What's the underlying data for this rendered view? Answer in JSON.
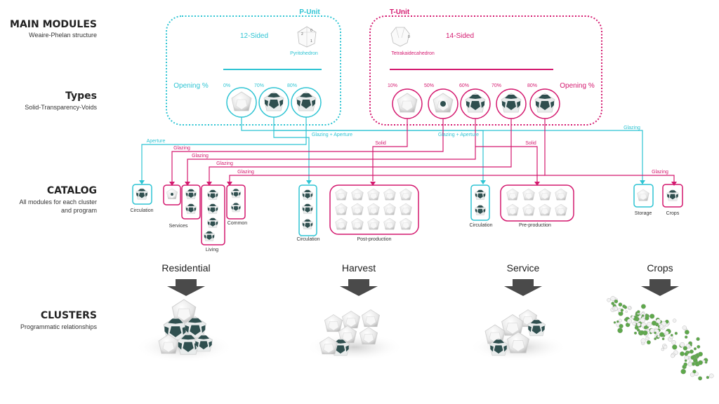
{
  "rows": {
    "main": {
      "title": "MAIN MODULES",
      "sub": "Weaire-Phelan structure"
    },
    "types": {
      "title": "Types",
      "sub": "Solid-Transparency-Voids"
    },
    "catalog": {
      "title": "CATALOG",
      "sub1": "All modules for each cluster",
      "sub2": "and program"
    },
    "clusters": {
      "title": "CLUSTERS",
      "sub": "Programmatic relationships"
    }
  },
  "punit": {
    "title": "P-Unit",
    "sided": "12-Sided",
    "name": "Pyritohedron",
    "opening": "Opening %",
    "pcts": [
      "0%",
      "70%",
      "80%"
    ],
    "faces": [
      "2",
      "0",
      "1"
    ]
  },
  "tunit": {
    "title": "T-Unit",
    "sided": "14-Sided",
    "name": "Tetrakaidecahedron",
    "opening": "Opening %",
    "pcts": [
      "10%",
      "50%",
      "60%",
      "70%",
      "80%"
    ],
    "face": "0"
  },
  "connectors": {
    "glazing_aperture_left": "Glazing + Aperture",
    "glazing_aperture_right": "Glazing + Aperture",
    "glazing_right": "Glazing",
    "aperture": "Aperture",
    "glazing1": "Glazing",
    "glazing2": "Glazing",
    "glazing3": "Glazing",
    "glazing4": "Glazing",
    "solid1": "Solid",
    "solid2": "Solid",
    "glazing_crops": "Glazing"
  },
  "catalog": {
    "circulation1": "Circulation",
    "services": "Services",
    "living": "Living",
    "common": "Common",
    "circulation2": "Circulation",
    "postproduction": "Post-production",
    "circulation3": "Circulation",
    "preproduction": "Pre-production",
    "storage": "Storage",
    "crops": "Crops"
  },
  "clusters": [
    "Residential",
    "Harvest",
    "Service",
    "Crops"
  ],
  "colors": {
    "cyan": "#2ec4d3",
    "magenta": "#d4196f",
    "dark": "#2f4f4f",
    "arrow": "#4a4a4a"
  }
}
